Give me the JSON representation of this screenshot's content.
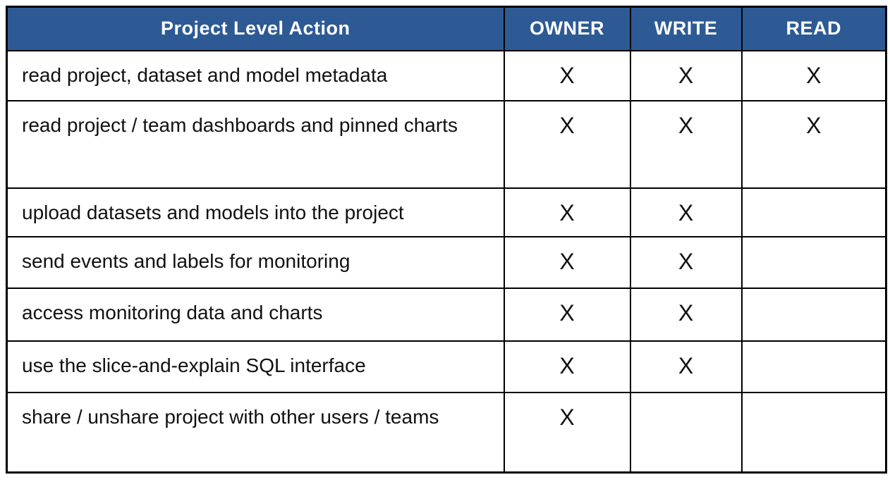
{
  "colors": {
    "header-bg": "#2d5a94",
    "header-text": "#ffffff",
    "border": "#000000",
    "body-text": "#111111",
    "page-bg": "#ffffff"
  },
  "table": {
    "title": "Project Level Action",
    "columns": [
      "OWNER",
      "WRITE",
      "READ"
    ],
    "rows": [
      {
        "action": "read project, dataset and model metadata",
        "owner": "X",
        "write": "X",
        "read": "X"
      },
      {
        "action": "read project / team dashboards and pinned charts",
        "owner": "X",
        "write": "X",
        "read": "X"
      },
      {
        "action": "upload datasets and models into the project",
        "owner": "X",
        "write": "X",
        "read": ""
      },
      {
        "action": "send events and labels for monitoring",
        "owner": "X",
        "write": "X",
        "read": ""
      },
      {
        "action": "access monitoring data and charts",
        "owner": "X",
        "write": "X",
        "read": ""
      },
      {
        "action": "use the slice-and-explain SQL interface",
        "owner": "X",
        "write": "X",
        "read": ""
      },
      {
        "action": "share / unshare project with other users / teams",
        "owner": "X",
        "write": "",
        "read": ""
      }
    ]
  }
}
